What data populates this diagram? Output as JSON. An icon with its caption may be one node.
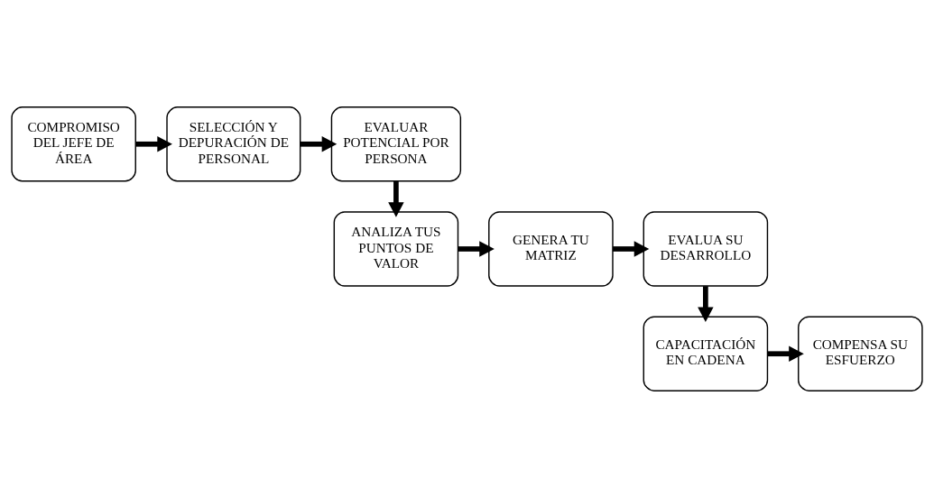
{
  "diagram": {
    "nodes": [
      {
        "text": [
          "COMPROMISO DEL JEFE DE ÁREA"
        ]
      },
      {
        "text": [
          "SELECCIÓN Y DEPURACIÓN DE PERSONAL"
        ]
      },
      {
        "text": [
          "EVALUAR POTENCIAL POR PERSONA"
        ]
      },
      {
        "text": [
          "EVALUA SU DESARROLLO"
        ]
      },
      {
        "text": [
          "GENERA TU MATRIZ"
        ]
      },
      {
        "text": [
          "ANALIZA TUS PUNTOS DE VALOR"
        ]
      },
      {
        "text": [
          "CAPACITACIÓN EN CADENA"
        ]
      },
      {
        "text": [
          "COMPENSA SU ESFUERZO"
        ]
      }
    ],
    "edges": [
      {
        "from": 0,
        "to": 1,
        "arrow": "to"
      },
      {
        "from": 1,
        "to": 2,
        "arrow": "to"
      },
      {
        "from": 2,
        "to": 5,
        "arrow": "to"
      },
      {
        "from": 5,
        "to": 4,
        "arrow": "to"
      },
      {
        "from": 4,
        "to": 3,
        "arrow": "to"
      },
      {
        "from": 3,
        "to": 6,
        "arrow": "to"
      },
      {
        "from": 6,
        "to": 7,
        "arrow": "to"
      }
    ]
  }
}
